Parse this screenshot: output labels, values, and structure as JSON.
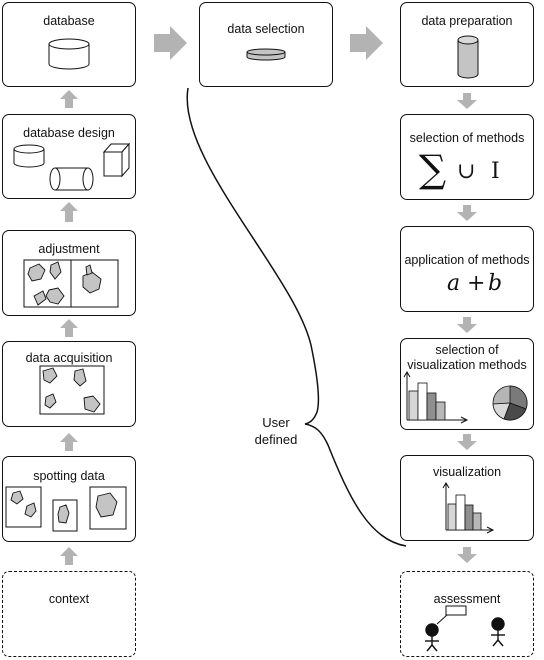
{
  "boxes": {
    "database": "database",
    "database_design": "database design",
    "adjustment": "adjustment",
    "data_acquisition": "data acquisition",
    "spotting_data": "spotting data",
    "context": "context",
    "data_selection": "data selection",
    "data_preparation": "data preparation",
    "selection_of_methods": "selection of methods",
    "application_of_methods": "application of methods",
    "selection_of_visualization_methods_line1": "selection of",
    "selection_of_visualization_methods_line2": "visualization methods",
    "visualization": "visualization",
    "assessment": "assessment"
  },
  "symbols": {
    "sum": "∑",
    "union": "∪",
    "intersect": "I",
    "a": "a",
    "plus": "+",
    "b": "b"
  },
  "annotation": {
    "line1": "User",
    "line2": "defined"
  },
  "colors": {
    "arrow": "#b3b3b3",
    "shape_fill": "#c4c4c4",
    "border": "#111111"
  }
}
